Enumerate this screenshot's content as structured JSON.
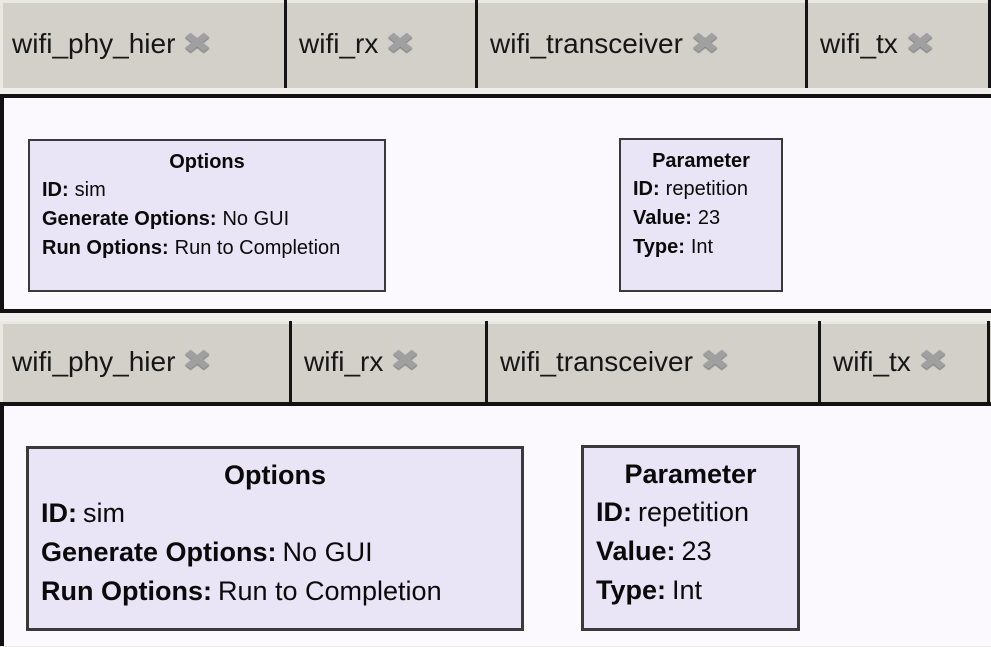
{
  "tabs": [
    {
      "label": "wifi_phy_hier"
    },
    {
      "label": "wifi_rx"
    },
    {
      "label": "wifi_transceiver"
    },
    {
      "label": "wifi_tx"
    }
  ],
  "icons": {
    "close": "✖"
  },
  "blocks": {
    "options": {
      "title": "Options",
      "fields": [
        {
          "label": "ID:",
          "value": "sim"
        },
        {
          "label": "Generate Options:",
          "value": "No GUI"
        },
        {
          "label": "Run Options:",
          "value": "Run to Completion"
        }
      ]
    },
    "parameter": {
      "title": "Parameter",
      "fields": [
        {
          "label": "ID:",
          "value": "repetition"
        },
        {
          "label": "Value:",
          "value": "23"
        },
        {
          "label": "Type:",
          "value": "Int"
        }
      ]
    }
  },
  "colors": {
    "tabbar_bg": "#d3d0c9",
    "tab_divider": "#141414",
    "canvas_bg": "#fcf9fe",
    "canvas_border": "#121212",
    "block_bg": "#e9e5f6",
    "block_border": "#3a3a3a",
    "close_icon": "#a0a0a0",
    "text": "#161616"
  }
}
